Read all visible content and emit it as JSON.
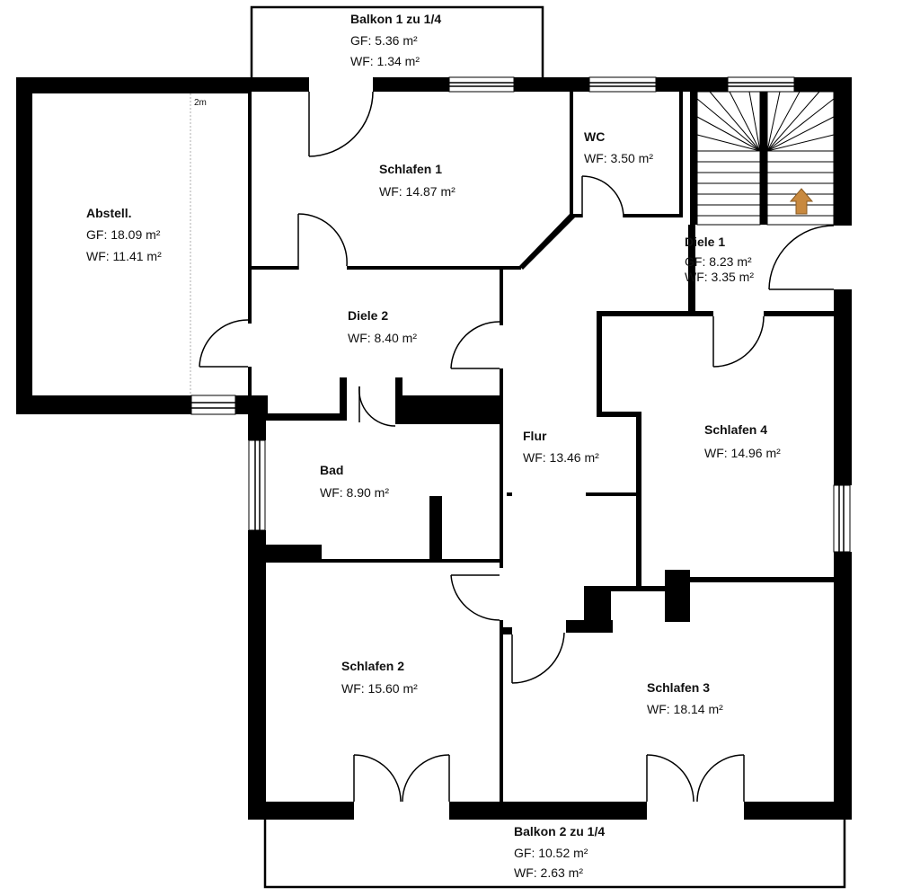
{
  "plan": {
    "scale_label": "2m",
    "rooms": {
      "balkon1": {
        "name": "Balkon 1 zu 1/4",
        "gf": "GF: 5.36 m²",
        "wf": "WF: 1.34 m²"
      },
      "abstell": {
        "name": "Abstell.",
        "gf": "GF: 18.09 m²",
        "wf": "WF: 11.41 m²"
      },
      "schlafen1": {
        "name": "Schlafen 1",
        "wf": "WF: 14.87 m²"
      },
      "wc": {
        "name": "WC",
        "wf": "WF: 3.50 m²"
      },
      "diele1": {
        "name": "Diele 1",
        "gf": "GF: 8.23 m²",
        "wf": "WF: 3.35 m²"
      },
      "diele2": {
        "name": "Diele 2",
        "wf": "WF: 8.40 m²"
      },
      "bad": {
        "name": "Bad",
        "wf": "WF: 8.90 m²"
      },
      "flur": {
        "name": "Flur",
        "wf": "WF: 13.46 m²"
      },
      "schlafen4": {
        "name": "Schlafen 4",
        "wf": "WF: 14.96 m²"
      },
      "schlafen2": {
        "name": "Schlafen 2",
        "wf": "WF: 15.60 m²"
      },
      "schlafen3": {
        "name": "Schlafen 3",
        "wf": "WF: 18.14 m²"
      },
      "balkon2": {
        "name": "Balkon 2 zu 1/4",
        "gf": "GF: 10.52 m²",
        "wf": "WF: 2.63 m²"
      }
    },
    "colors": {
      "wall": "#000000",
      "stair_arrow": "#c8893f"
    }
  }
}
